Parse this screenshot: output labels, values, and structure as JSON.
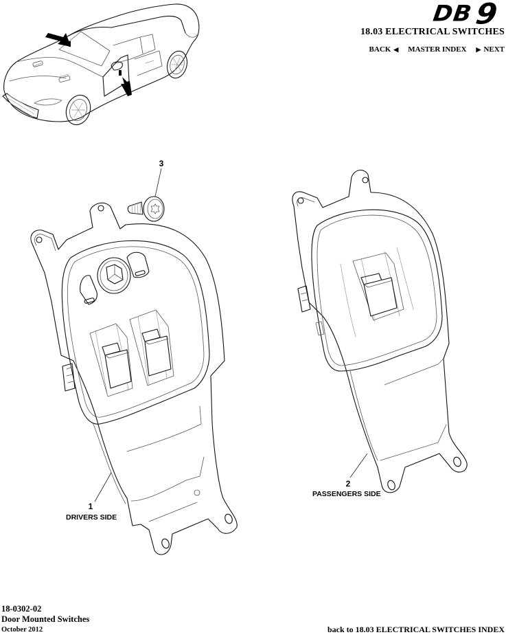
{
  "header": {
    "logo_text": "DB",
    "logo_number": "9",
    "section_title": "18.03 ELECTRICAL SWITCHES",
    "nav": {
      "back_label": "BACK",
      "back_icon": "triangle-left-icon",
      "master_index_label": "MASTER INDEX",
      "next_icon": "triangle-right-icon",
      "next_label": "NEXT"
    }
  },
  "locator_illustration": {
    "subject": "car-overview",
    "arrows": 2
  },
  "callouts": [
    {
      "number": "1",
      "label": "DRIVERS SIDE"
    },
    {
      "number": "2",
      "label": "PASSENGERS SIDE"
    },
    {
      "number": "3",
      "label": ""
    }
  ],
  "footer": {
    "part_code": "18-0302-02",
    "title": "Door Mounted Switches",
    "date": "October 2012",
    "back_link": "back to 18.03 ELECTRICAL SWITCHES INDEX"
  },
  "colors": {
    "ink": "#000000",
    "background": "#ffffff"
  }
}
